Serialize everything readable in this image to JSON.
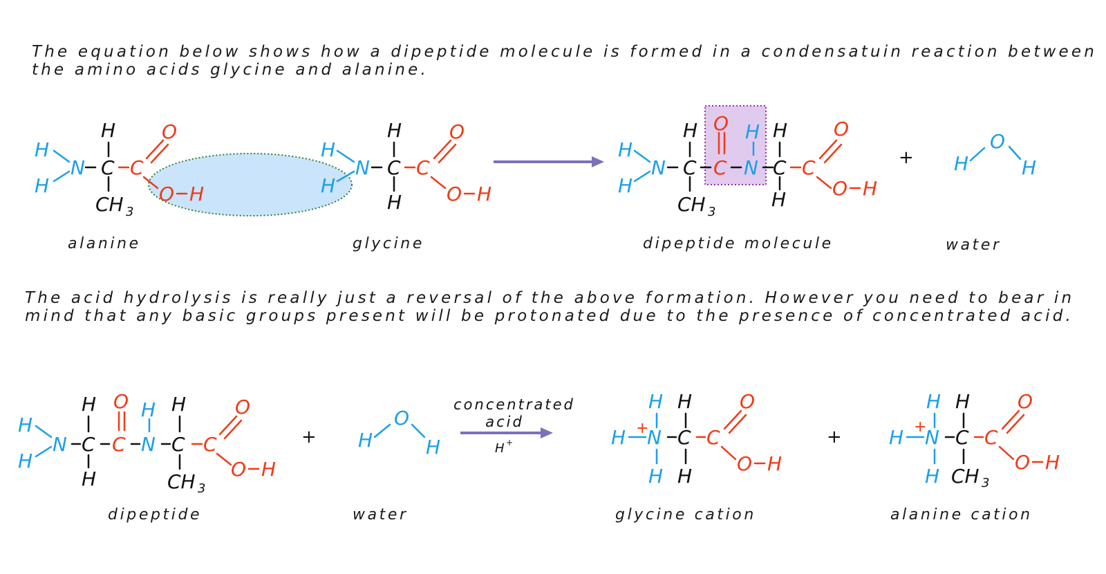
{
  "intro": {
    "line1": "The equation below shows how a dipeptide molecule is formed in a condensatuin reaction between",
    "line2": "the amino acids glycine and alanine."
  },
  "hydrolysis_text": {
    "line1": "The acid hydrolysis is really just a reversal of the above formation.  However you need to bear in",
    "line2": "mind that any basic groups present will be protonated due to the presence of concentrated acid."
  },
  "labels": {
    "alanine": "alanine",
    "glycine": "glycine",
    "dipeptide_molecule": "dipeptide molecule",
    "water_top": "water",
    "dipeptide": "dipeptide",
    "water_bottom": "water",
    "glycine_cation": "glycine cation",
    "alanine_cation": "alanine cation"
  },
  "conditions": {
    "line1": "concentrated",
    "line2": "acid",
    "catalyst": "H",
    "catalyst_charge": "+"
  },
  "operators": {
    "plus": "+"
  },
  "atoms": {
    "H": "H",
    "N": "N",
    "C": "C",
    "O": "O",
    "CH": "CH",
    "sub3": "3",
    "charge": "+"
  },
  "colors": {
    "amine_blue": "#1a9fe8",
    "acid_red": "#ee3b17",
    "carbon_black": "#111111",
    "arrow_purple": "#7b72b8",
    "highlight_blue_fill": "#c9e4fb",
    "highlight_green_border": "#2e7d32",
    "peptide_box_fill": "#e0cbef",
    "peptide_box_border": "#9c27b0"
  }
}
